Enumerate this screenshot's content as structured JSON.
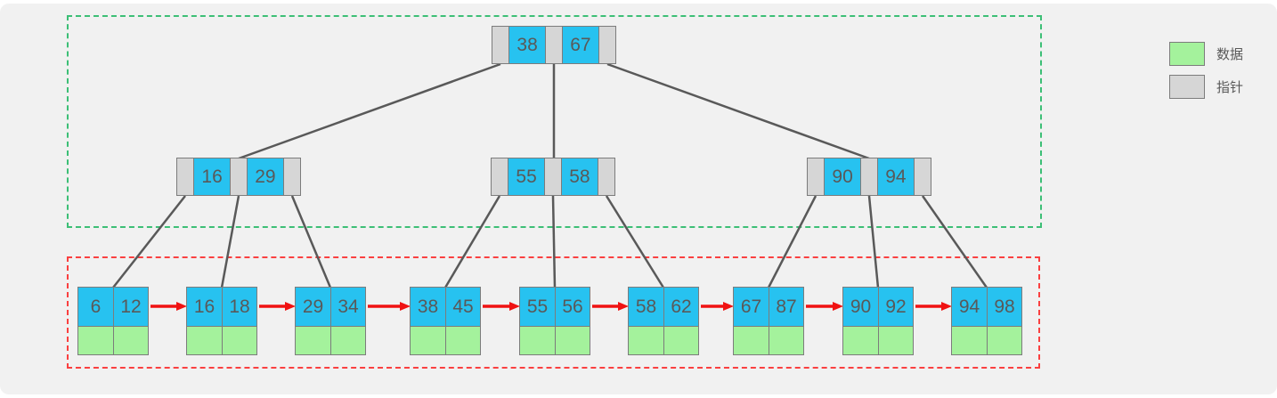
{
  "diagram": {
    "type": "b-plus-tree",
    "levels": 3,
    "description_visible_text_only": true
  },
  "tree": {
    "root": {
      "keys": [
        "38",
        "67"
      ]
    },
    "internal_nodes": [
      {
        "keys": [
          "16",
          "29"
        ]
      },
      {
        "keys": [
          "55",
          "58"
        ]
      },
      {
        "keys": [
          "90",
          "94"
        ]
      }
    ],
    "leaf_nodes": [
      {
        "keys": [
          "6",
          "12"
        ]
      },
      {
        "keys": [
          "16",
          "18"
        ]
      },
      {
        "keys": [
          "29",
          "34"
        ]
      },
      {
        "keys": [
          "38",
          "45"
        ]
      },
      {
        "keys": [
          "55",
          "56"
        ]
      },
      {
        "keys": [
          "58",
          "62"
        ]
      },
      {
        "keys": [
          "67",
          "87"
        ]
      },
      {
        "keys": [
          "90",
          "92"
        ]
      },
      {
        "keys": [
          "94",
          "98"
        ]
      }
    ],
    "leaf_chain_order": [
      "6|12",
      "16|18",
      "29|34",
      "38|45",
      "55|56",
      "58|62",
      "67|87",
      "90|92",
      "94|98"
    ]
  },
  "legend": {
    "items": [
      {
        "label": "数据",
        "swatch_color": "#a4f29c"
      },
      {
        "label": "指针",
        "swatch_color": "#d6d6d6"
      }
    ]
  },
  "colors": {
    "background": "#f1f1f1",
    "key_cell_blue": "#27c2f0",
    "data_cell_green": "#a4f29c",
    "pointer_cell_gray": "#d6d6d6",
    "cell_border": "#7c7c7c",
    "tree_edge": "#595959",
    "leaf_link_arrow": "#f01212",
    "index_region_dashed": "#3cbf76",
    "data_region_dashed": "#fa4040",
    "text": "#595959"
  }
}
